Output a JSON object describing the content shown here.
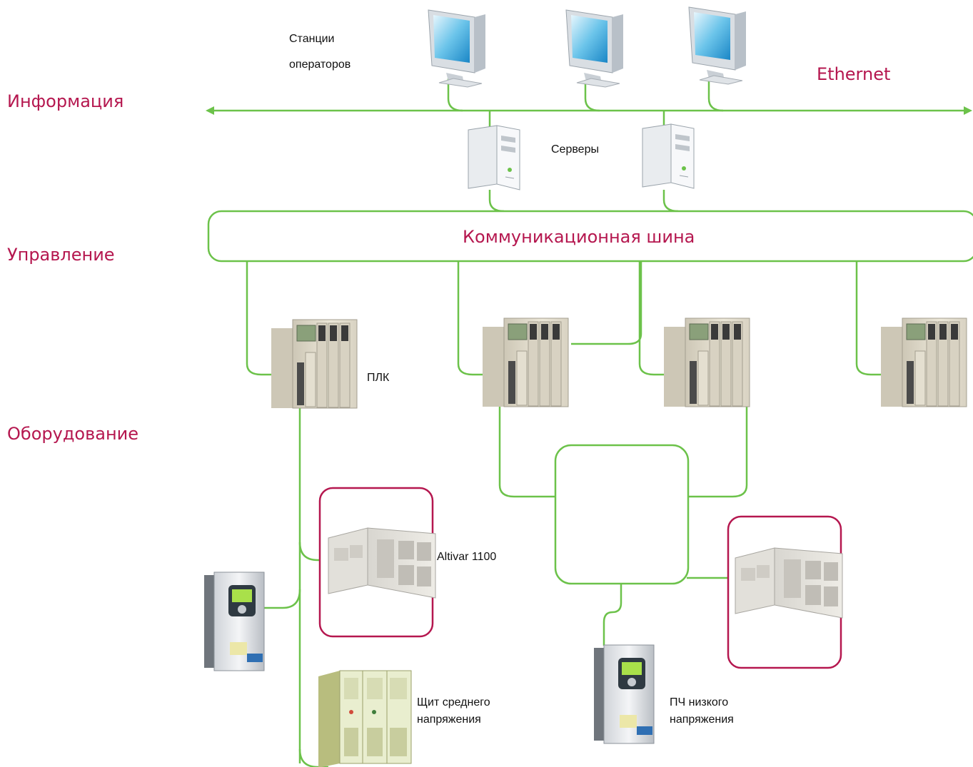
{
  "levels": {
    "information": "Информация",
    "control": "Управление",
    "equipment": "Оборудование"
  },
  "network": {
    "ethernet": "Ethernet",
    "bus": "Коммуникационная шина"
  },
  "captions": {
    "operators_line1": "Станции",
    "operators_line2": "операторов",
    "servers": "Серверы",
    "plc": "ПЛК",
    "altivar": "Altivar 1100",
    "mv_panel_line1": "Щит среднего",
    "mv_panel_line2": "напряжения",
    "lv_drive_line1": "ПЧ низкого",
    "lv_drive_line2": "напряжения"
  },
  "colors": {
    "link": "#6cc24a",
    "accent": "#b5174f",
    "highlight_frame": "#b5174f"
  },
  "icons": {
    "workstation": "monitor-icon",
    "server": "server-tower-icon",
    "plc": "plc-rack-icon",
    "medium_voltage_drive": "altivar-cabinet-icon",
    "low_voltage_drive": "drive-icon",
    "switchgear": "switchgear-icon"
  }
}
